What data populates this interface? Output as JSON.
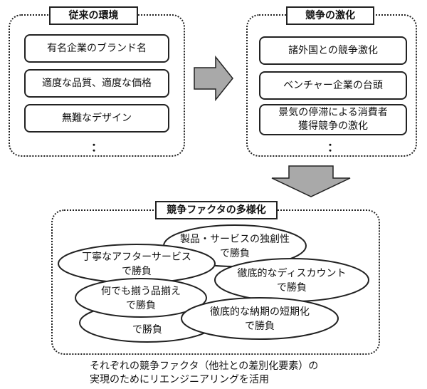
{
  "left_panel": {
    "title": "従来の環境",
    "items": [
      "有名企業のブランド名",
      "適度な品質、適度な価格",
      "無難なデザイン"
    ],
    "continuation": "："
  },
  "right_panel": {
    "title": "競争の激化",
    "items": [
      "諸外国との競争激化",
      "ベンチャー企業の台頭",
      "景気の停滞による消費者\n獲得競争の激化"
    ],
    "continuation": "："
  },
  "bottom_panel": {
    "title": "競争ファクタの多様化",
    "factors": [
      {
        "line1": "製品・サービスの独創性",
        "line2": "で勝負"
      },
      {
        "line1": "丁寧なアフターサービス",
        "line2": "で勝負"
      },
      {
        "line1": "徹底的なディスカウント",
        "line2": "で勝負"
      },
      {
        "line1": "何でも揃う品揃え",
        "line2": "で勝負"
      },
      {
        "line1": "徹底的な納期の短期化",
        "line2": "で勝負"
      },
      {
        "line1": "",
        "line2": "で勝負"
      }
    ]
  },
  "caption": {
    "line1": "それぞれの競争ファクタ（他社との差別化要素）の",
    "line2": "実現のためにリエンジニアリングを活用"
  },
  "colors": {
    "arrow_fill": "#a9a9a9",
    "stroke": "#222222"
  }
}
